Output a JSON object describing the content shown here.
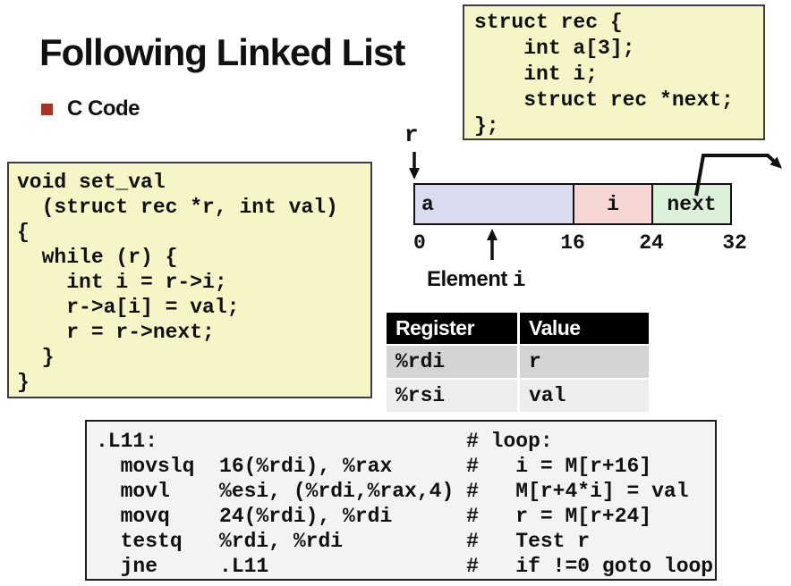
{
  "slide": {
    "title": "Following Linked List",
    "bullet_label": "C Code"
  },
  "struct_code": "struct rec {\n    int a[3];\n    int i;\n    struct rec *next;\n};",
  "c_code": "void set_val\n  (struct rec *r, int val)\n{\n  while (r) {\n    int i = r->i;\n    r->a[i] = val;\n    r = r->next;\n  }\n}",
  "asm_code": ".L11:                         # loop:\n  movslq  16(%rdi), %rax      #   i = M[r+16]\n  movl    %esi, (%rdi,%rax,4) #   M[r+4*i] = val\n  movq    24(%rdi), %rdi      #   r = M[r+24]\n  testq   %rdi, %rdi          #   Test r\n  jne     .L11                #   if !=0 goto loop",
  "memory_diagram": {
    "pointer_label": "r",
    "fields": [
      {
        "label": "a",
        "color": "#DADAF1",
        "byte_range": [
          0,
          16
        ]
      },
      {
        "label": "i",
        "color": "#F7D6D6",
        "byte_range": [
          16,
          24
        ]
      },
      {
        "label": "next",
        "color": "#DAF0D8",
        "byte_range": [
          24,
          32
        ]
      }
    ],
    "offsets": [
      "0",
      "16",
      "24",
      "32"
    ],
    "element_label": {
      "word": "Element",
      "var": "i"
    }
  },
  "register_table": {
    "headers": [
      "Register",
      "Value"
    ],
    "rows": [
      [
        "%rdi",
        "r"
      ],
      [
        "%rsi",
        "val"
      ]
    ]
  },
  "colors": {
    "bullet_red": "#A43328",
    "code_box_yellow": "#F5F5C8",
    "code_box_border": "#3D3D3D",
    "asm_box_gray": "#F3F3F3",
    "field_a_lavender": "#DADAF1",
    "field_i_pink": "#F7D6D6",
    "field_next_green": "#DAF0D8",
    "table_header_bg": "#000000",
    "table_row1_bg": "#D4D4D4",
    "table_row2_bg": "#EDEDED"
  }
}
